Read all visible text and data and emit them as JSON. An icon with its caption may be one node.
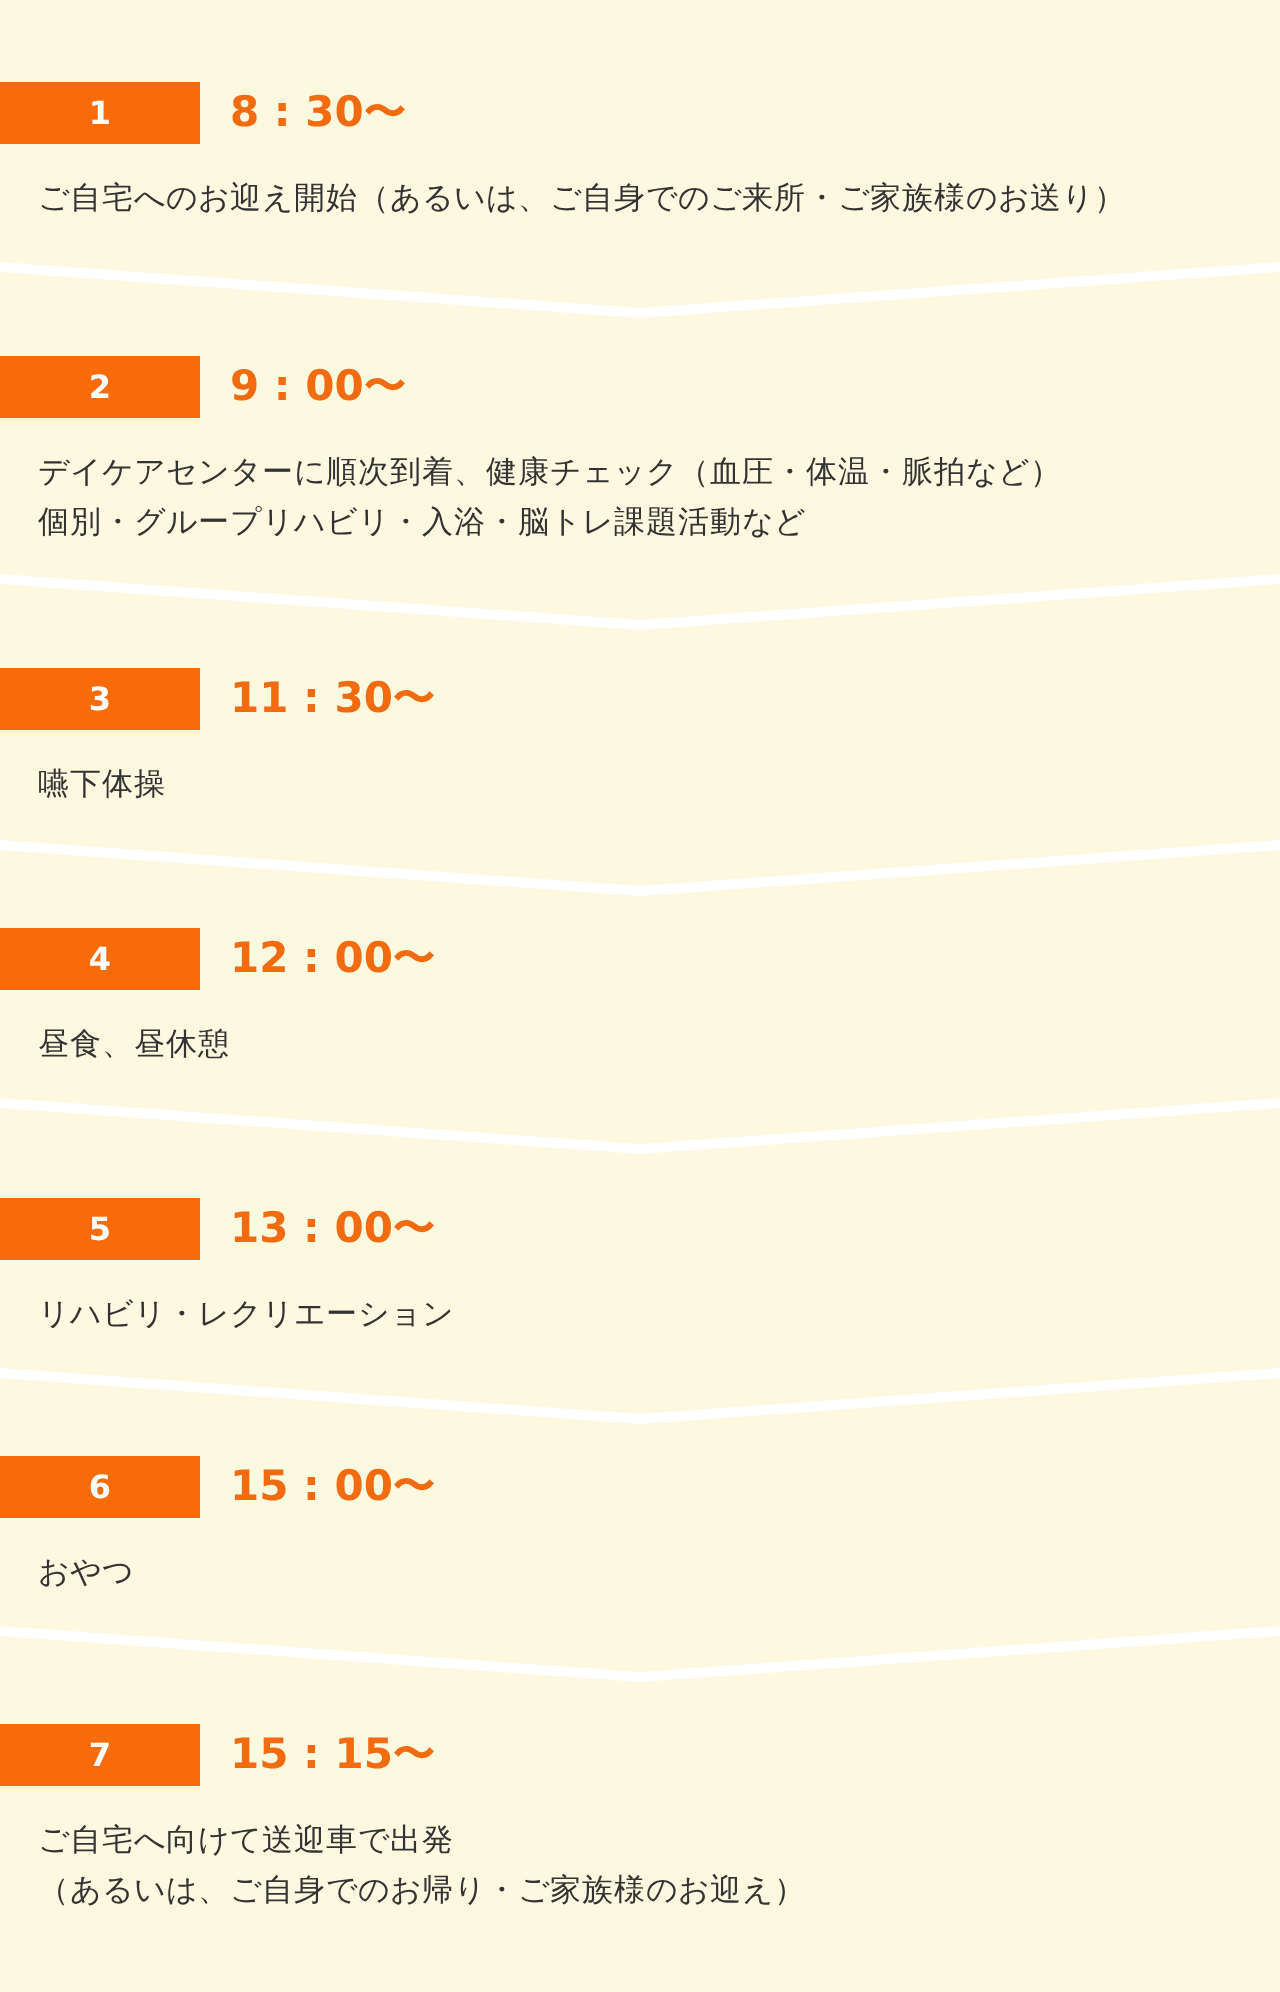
{
  "diagram": {
    "nodes": [
      {
        "text": [
          "8 : 30〜",
          "ご自宅へのお迎え開始（あるいは、ご自身でのご来所・ご家族様のお送り）"
        ]
      },
      {
        "text": [
          "1"
        ],
        "in": 0
      },
      {
        "text": [
          "9 : 00〜",
          "デイケアセンターに順次到着、健康チェック（血圧・体温・脈拍など）",
          "個別・グループリハビリ・入浴・脳トレ課題活動など"
        ]
      },
      {
        "text": [
          "2"
        ],
        "in": 2
      },
      {
        "text": [
          "11 : 30〜",
          "嚥下体操"
        ]
      },
      {
        "text": [
          "3"
        ],
        "in": 4
      },
      {
        "text": [
          "12 : 00〜",
          "昼食、昼休憩"
        ]
      },
      {
        "text": [
          "4"
        ],
        "in": 6
      },
      {
        "text": [
          "13 : 00〜",
          "リハビリ・レクリエーション"
        ]
      },
      {
        "text": [
          "5"
        ],
        "in": 8
      },
      {
        "text": [
          "15 : 00〜",
          "おやつ"
        ]
      },
      {
        "text": [
          "6"
        ],
        "in": 10
      },
      {
        "text": [
          "15 : 15〜",
          "ご自宅へ向けて送迎車で出発",
          "（あるいは、ご自身でのお帰り・ご家族様のお迎え）"
        ]
      },
      {
        "text": [
          "7"
        ],
        "in": 12
      }
    ]
  }
}
